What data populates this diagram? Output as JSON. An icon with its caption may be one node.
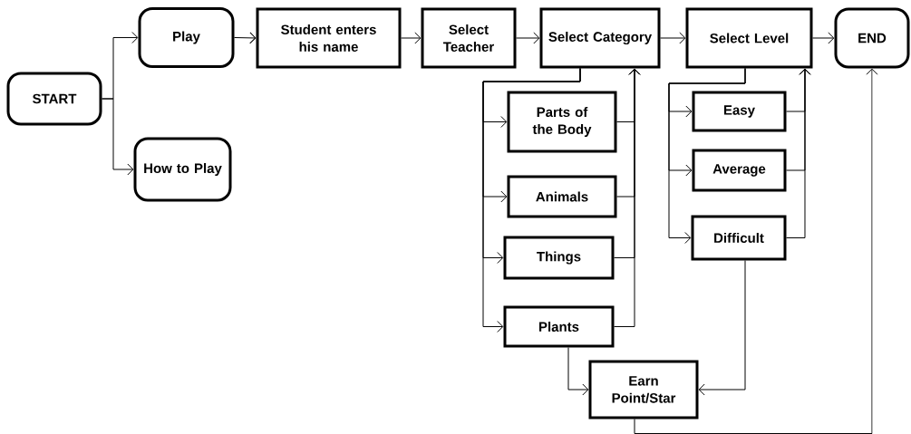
{
  "diagram": {
    "nodes": [
      {
        "text": [
          "START"
        ]
      },
      {
        "text": [
          "Play"
        ]
      },
      {
        "text": [
          "How to Play"
        ]
      },
      {
        "text": [
          "Student enters his name"
        ]
      },
      {
        "text": [
          "Select Teacher"
        ]
      },
      {
        "text": [
          "Select Category"
        ]
      },
      {
        "text": [
          "Select Level"
        ]
      },
      {
        "text": [
          "END"
        ]
      },
      {
        "text": [
          "Parts of the Body"
        ]
      },
      {
        "text": [
          "Animals"
        ]
      },
      {
        "text": [
          "Things"
        ]
      },
      {
        "text": [
          "Plants"
        ]
      },
      {
        "text": [
          "Easy"
        ]
      },
      {
        "text": [
          "Average"
        ]
      },
      {
        "text": [
          "Difficult"
        ]
      },
      {
        "text": [
          "Earn Point/Star"
        ]
      }
    ],
    "edges": [
      {
        "from": 0,
        "to": 1,
        "arrow": "to"
      },
      {
        "from": 0,
        "to": 2,
        "arrow": "to"
      },
      {
        "from": 1,
        "to": 3,
        "arrow": "to"
      },
      {
        "from": 3,
        "to": 4,
        "arrow": "to"
      },
      {
        "from": 4,
        "to": 5,
        "arrow": "to"
      },
      {
        "from": 5,
        "to": 6,
        "arrow": "to"
      },
      {
        "from": 6,
        "to": 7,
        "arrow": "to"
      },
      {
        "from": 5,
        "to": 8,
        "arrow": "to"
      },
      {
        "from": 5,
        "to": 9,
        "arrow": "to"
      },
      {
        "from": 5,
        "to": 10,
        "arrow": "to"
      },
      {
        "from": 5,
        "to": 11,
        "arrow": "to"
      },
      {
        "from": 8,
        "to": 5,
        "arrow": "to"
      },
      {
        "from": 9,
        "to": 5,
        "arrow": "to"
      },
      {
        "from": 10,
        "to": 5,
        "arrow": "to"
      },
      {
        "from": 11,
        "to": 5,
        "arrow": "to"
      },
      {
        "from": 6,
        "to": 12,
        "arrow": "to"
      },
      {
        "from": 6,
        "to": 13,
        "arrow": "to"
      },
      {
        "from": 6,
        "to": 14,
        "arrow": "to"
      },
      {
        "from": 12,
        "to": 6,
        "arrow": "to"
      },
      {
        "from": 13,
        "to": 6,
        "arrow": "to"
      },
      {
        "from": 14,
        "to": 6,
        "arrow": "to"
      },
      {
        "from": 11,
        "to": 15,
        "arrow": "to"
      },
      {
        "from": 14,
        "to": 15,
        "arrow": "to"
      },
      {
        "from": 15,
        "to": 7,
        "arrow": "to"
      }
    ]
  }
}
